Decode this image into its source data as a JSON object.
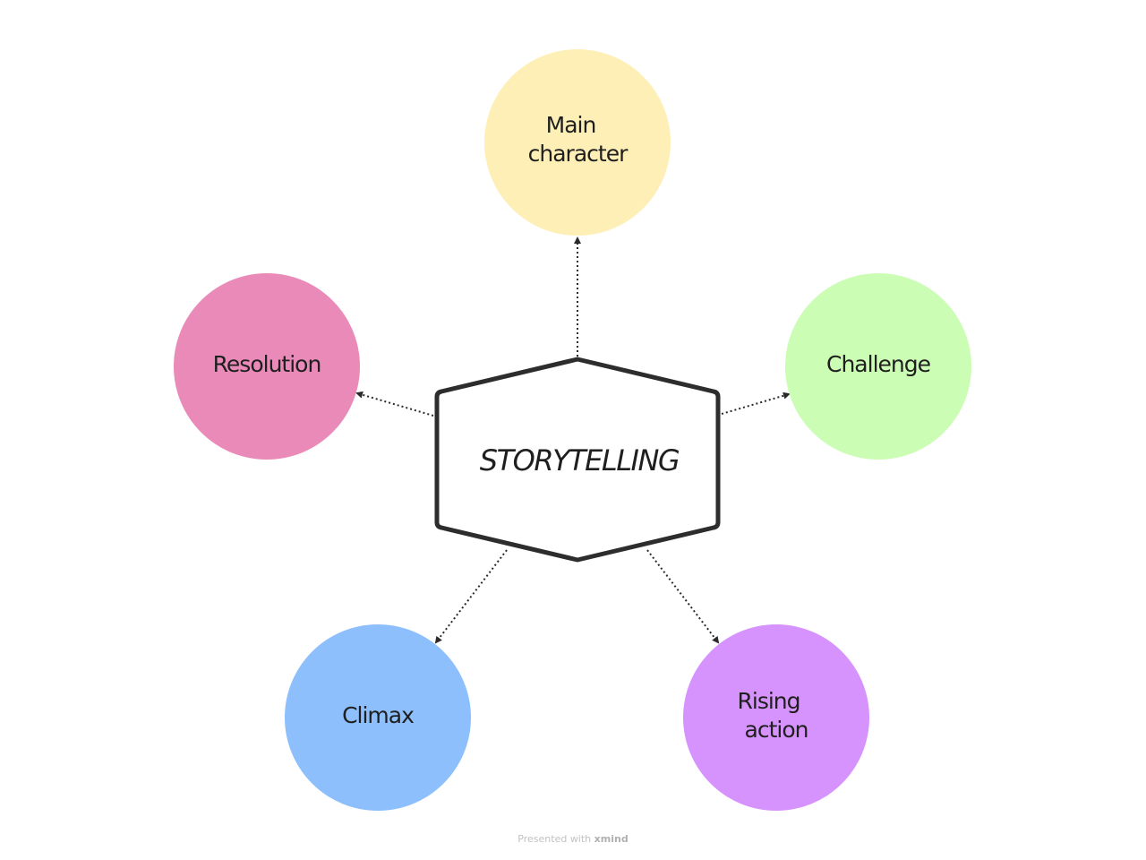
{
  "diagram": {
    "central": {
      "label": "STORYTELLING"
    },
    "nodes": [
      {
        "label_lines": [
          "Main",
          "character"
        ],
        "color": "#fdefb5"
      },
      {
        "label_lines": [
          "Challenge"
        ],
        "color": "#ccfdb5"
      },
      {
        "label_lines": [
          "Rising",
          "action"
        ],
        "color": "#d793fd"
      },
      {
        "label_lines": [
          "Climax"
        ],
        "color": "#8dbffd"
      },
      {
        "label_lines": [
          "Resolution"
        ],
        "color": "#e98ab8"
      }
    ]
  },
  "footer": {
    "prefix": "Presented with",
    "brand": "xmind"
  }
}
